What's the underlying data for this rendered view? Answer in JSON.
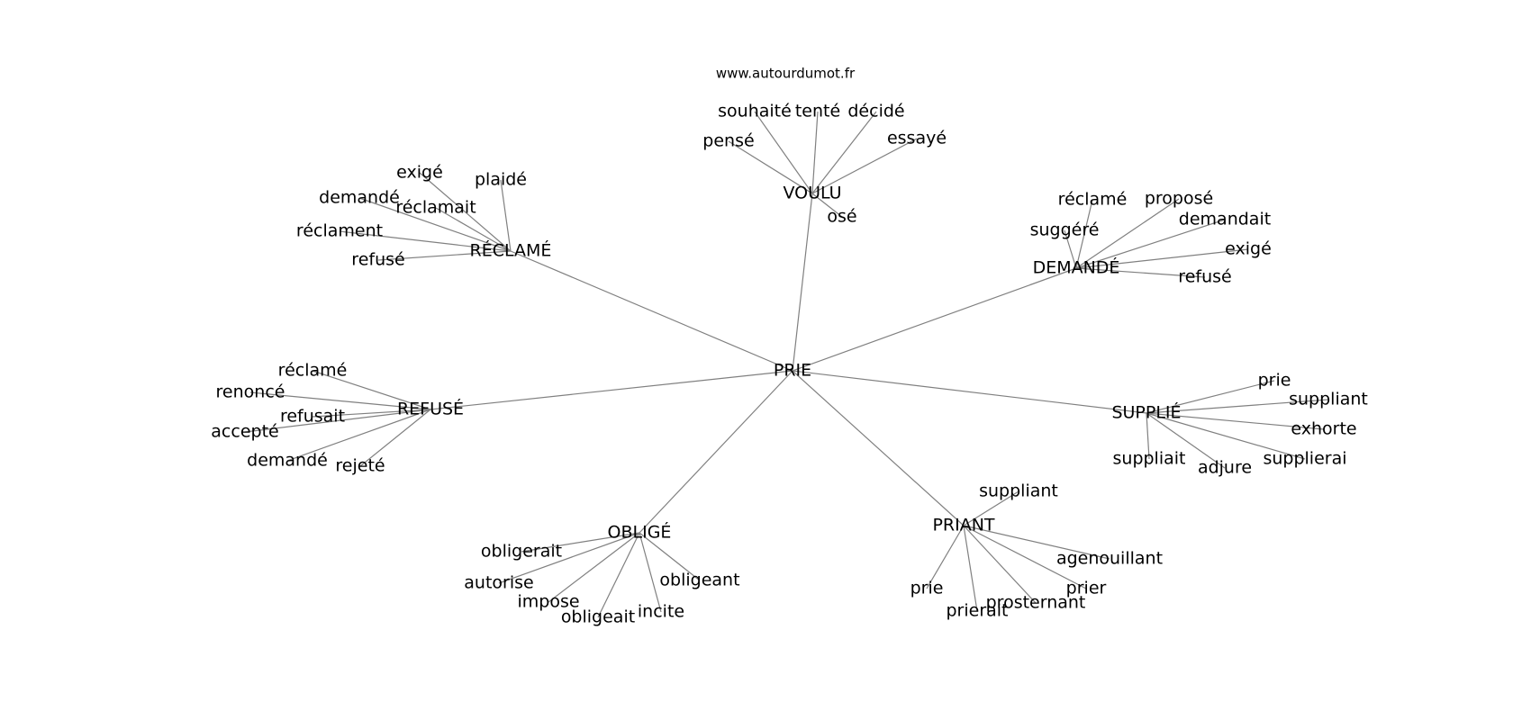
{
  "source": "www.autourdumot.fr",
  "center": "PRIE",
  "groups": [
    {
      "word": "VOULU",
      "related": [
        "souhaité",
        "tenté",
        "décidé",
        "essayé",
        "pensé",
        "osé"
      ]
    },
    {
      "word": "RÉCLAMÉ",
      "related": [
        "exigé",
        "plaidé",
        "demandé",
        "réclamait",
        "réclament",
        "refusé"
      ]
    },
    {
      "word": "DEMANDÉ",
      "related": [
        "réclamé",
        "proposé",
        "demandait",
        "suggéré",
        "exigé",
        "refusé"
      ]
    },
    {
      "word": "REFUSÉ",
      "related": [
        "réclamé",
        "renoncé",
        "refusait",
        "accepté",
        "demandé",
        "rejeté"
      ]
    },
    {
      "word": "SUPPLIÉ",
      "related": [
        "prie",
        "suppliant",
        "exhorte",
        "supplierai",
        "adjure",
        "suppliait"
      ]
    },
    {
      "word": "OBLIGÉ",
      "related": [
        "obligerait",
        "autorise",
        "impose",
        "obligeait",
        "incite",
        "obligeant"
      ]
    },
    {
      "word": "PRIANT",
      "related": [
        "suppliant",
        "agenouillant",
        "prier",
        "prosternant",
        "prierait",
        "prie"
      ]
    }
  ]
}
